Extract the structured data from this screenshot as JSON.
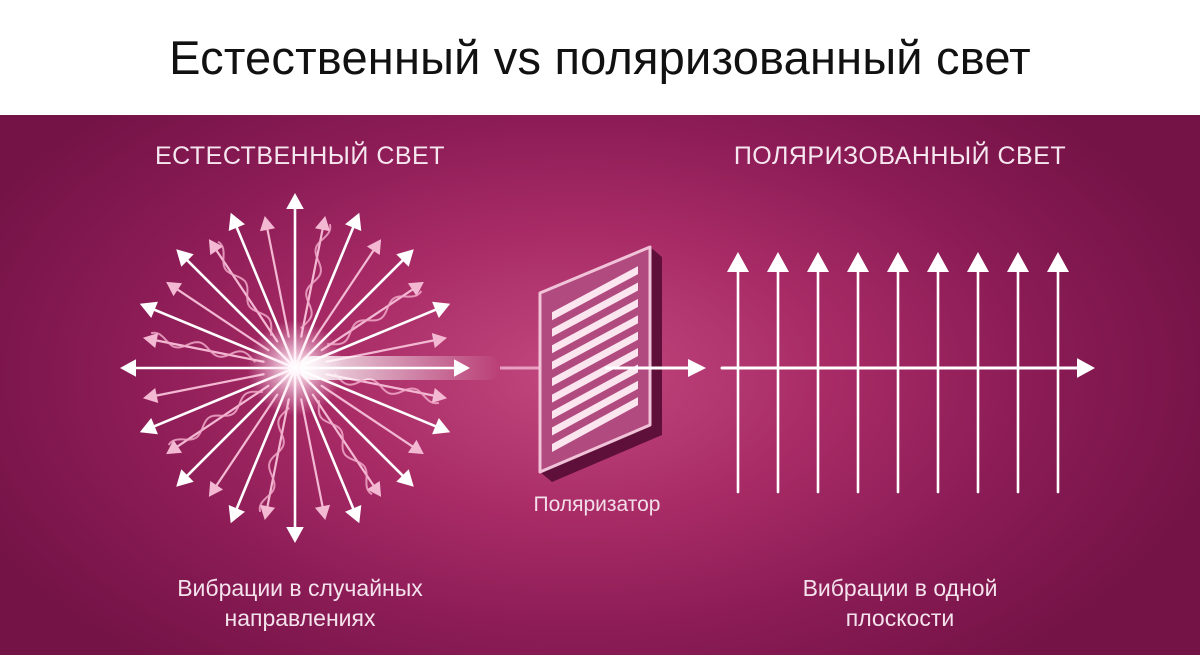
{
  "title": "Естественный vs поляризованный свет",
  "left": {
    "heading": "ЕСТЕСТВЕННЫЙ СВЕТ",
    "caption_lines": [
      "Вибрации в случайных",
      "направлениях"
    ]
  },
  "polarizer": {
    "label": "Поляризатор"
  },
  "right": {
    "heading": "ПОЛЯРИЗОВАННЫЙ СВЕТ",
    "caption_lines": [
      "Вибрации в одной",
      "плоскости"
    ]
  },
  "colors": {
    "background": "#8a1b55",
    "arrow_white": "#ffffff",
    "arrow_pink": "#f3b9d3",
    "wave_pink": "#f0a8c8",
    "polarizer_face": "#b04a7e",
    "polarizer_slot": "#fbe5ef"
  }
}
